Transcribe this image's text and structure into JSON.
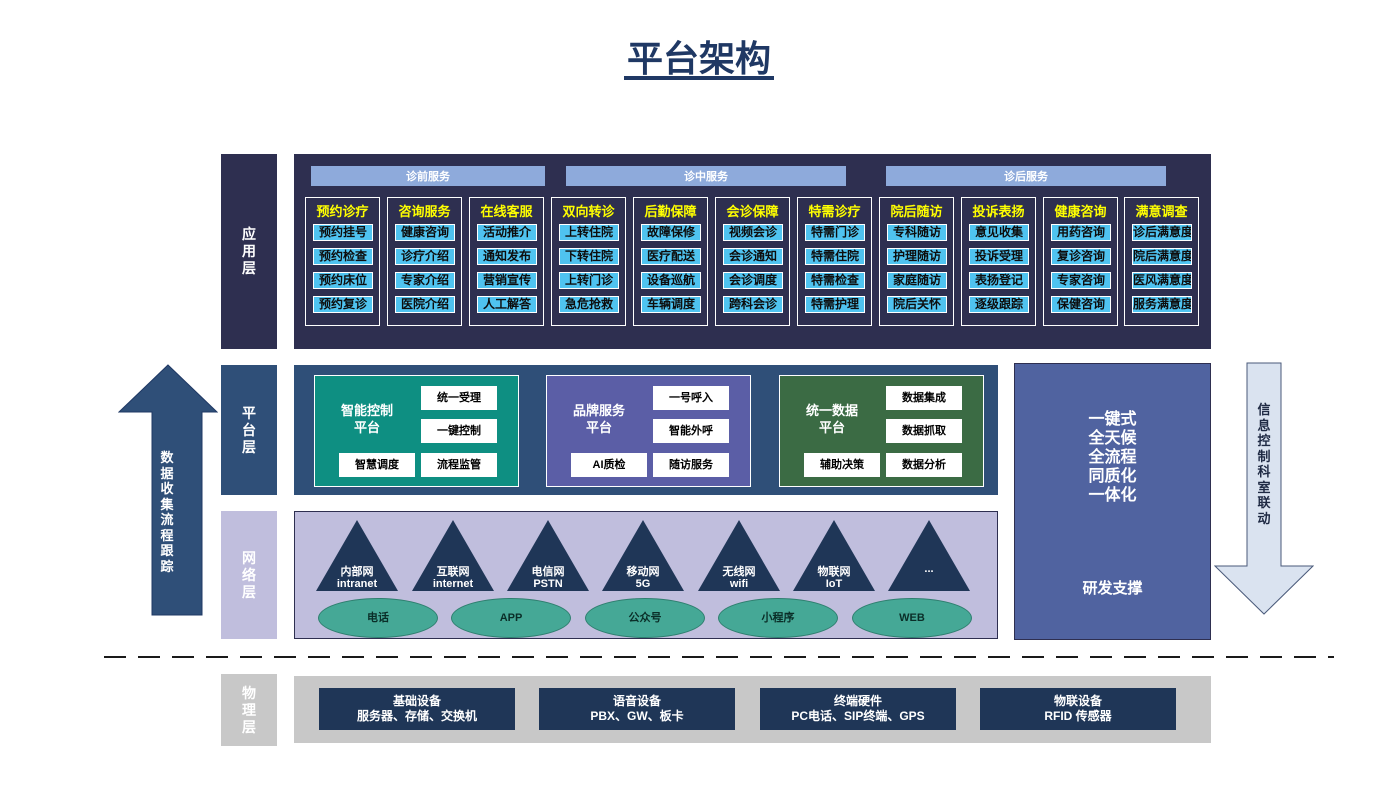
{
  "title": "平台架构",
  "layers": {
    "app": [
      "应",
      "用",
      "层"
    ],
    "platform": [
      "平",
      "台",
      "层"
    ],
    "network": [
      "网",
      "络",
      "层"
    ],
    "physical": [
      "物",
      "理",
      "层"
    ]
  },
  "phases": [
    "诊前服务",
    "诊中服务",
    "诊后服务"
  ],
  "columns": [
    {
      "title": "预约诊疗",
      "items": [
        "预约挂号",
        "预约检查",
        "预约床位",
        "预约复诊"
      ]
    },
    {
      "title": "咨询服务",
      "items": [
        "健康咨询",
        "诊疗介绍",
        "专家介绍",
        "医院介绍"
      ]
    },
    {
      "title": "在线客服",
      "items": [
        "活动推介",
        "通知发布",
        "营销宣传",
        "人工解答"
      ]
    },
    {
      "title": "双向转诊",
      "items": [
        "上转住院",
        "下转住院",
        "上转门诊",
        "急危抢救"
      ]
    },
    {
      "title": "后勤保障",
      "items": [
        "故障保修",
        "医疗配送",
        "设备巡航",
        "车辆调度"
      ]
    },
    {
      "title": "会诊保障",
      "items": [
        "视频会诊",
        "会诊通知",
        "会诊调度",
        "跨科会诊"
      ]
    },
    {
      "title": "特需诊疗",
      "items": [
        "特需门诊",
        "特需住院",
        "特需检查",
        "特需护理"
      ]
    },
    {
      "title": "院后随访",
      "items": [
        "专科随访",
        "护理随访",
        "家庭随访",
        "院后关怀"
      ]
    },
    {
      "title": "投诉表扬",
      "items": [
        "意见收集",
        "投诉受理",
        "表扬登记",
        "逐级跟踪"
      ]
    },
    {
      "title": "健康咨询",
      "items": [
        "用药咨询",
        "复诊咨询",
        "专家咨询",
        "保健咨询"
      ]
    },
    {
      "title": "满意调查",
      "items": [
        "诊后满意度",
        "院后满意度",
        "医风满意度",
        "服务满意度"
      ]
    }
  ],
  "platforms": [
    {
      "name_line1": "智能控制",
      "name_line2": "平台",
      "buttons": [
        "统一受理",
        "一键控制",
        "智慧调度",
        "流程监管"
      ],
      "color": "#0e8f82"
    },
    {
      "name_line1": "品牌服务",
      "name_line2": "平台",
      "buttons": [
        "一号呼入",
        "智能外呼",
        "AI质检",
        "随访服务"
      ],
      "color": "#5b5ea6"
    },
    {
      "name_line1": "统一数据",
      "name_line2": "平台",
      "buttons": [
        "数据集成",
        "数据抓取",
        "辅助决策",
        "数据分析"
      ],
      "color": "#3b6b44"
    }
  ],
  "networks": [
    {
      "line1": "内部网",
      "line2": "intranet"
    },
    {
      "line1": "互联网",
      "line2": "internet"
    },
    {
      "line1": "电信网",
      "line2": "PSTN"
    },
    {
      "line1": "移动网",
      "line2": "5G"
    },
    {
      "line1": "无线网",
      "line2": "wifi"
    },
    {
      "line1": "物联网",
      "line2": "IoT"
    },
    {
      "line1": "...",
      "line2": ""
    }
  ],
  "channels": [
    "电话",
    "APP",
    "公众号",
    "小程序",
    "WEB"
  ],
  "right_panel": {
    "lines": [
      "一键式",
      "全天候",
      "全流程",
      "同质化",
      "一体化"
    ],
    "support": "研发支撑"
  },
  "left_arrow": [
    "数",
    "据",
    "收",
    "集",
    "流",
    "程",
    "跟",
    "踪"
  ],
  "right_arrow": [
    "信",
    "息",
    "控",
    "制",
    "科",
    "室",
    "联",
    "动"
  ],
  "devices": [
    {
      "line1": "基础设备",
      "line2": "服务器、存储、交换机"
    },
    {
      "line1": "语音设备",
      "line2": "PBX、GW、板卡"
    },
    {
      "line1": "终端硬件",
      "line2": "PC电话、SIP终端、GPS"
    },
    {
      "line1": "物联设备",
      "line2": "RFID 传感器"
    }
  ],
  "colors": {
    "title": "#1f3864",
    "app_layer": "#2e2f50",
    "platform_layer": "#2f4f78",
    "network_layer": "#c0bedd",
    "physical_layer": "#c8c8c8",
    "phase_band": "#8eaadb",
    "item": "#4fc3f0",
    "col_title": "#ffff00",
    "right_panel": "#5063a0",
    "channel": "#45a896",
    "device": "#1f3657"
  }
}
